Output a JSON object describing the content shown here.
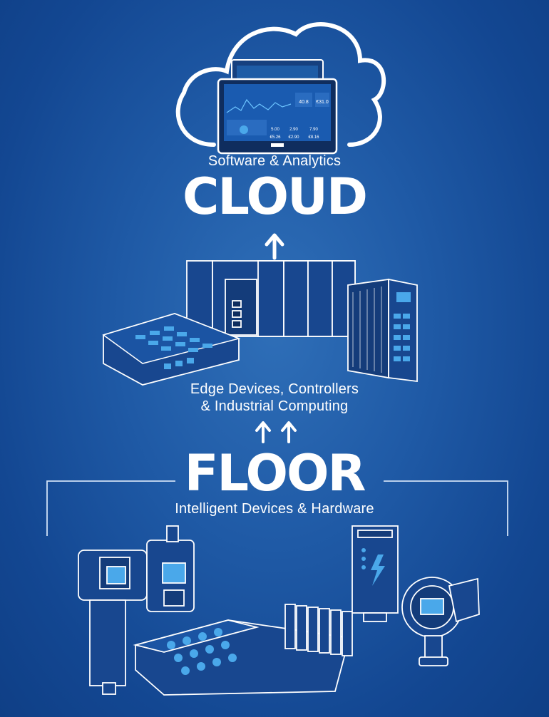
{
  "cloud": {
    "subtitle": "Software & Analytics",
    "title": "CLOUD"
  },
  "edge": {
    "line1": "Edge Devices, Controllers",
    "line2": "& Industrial Computing"
  },
  "floor": {
    "title": "FLOOR",
    "subtitle": "Intelligent Devices & Hardware"
  },
  "dashboard": {
    "readouts": [
      "40.8",
      "€31.0",
      "5.00",
      "2.90",
      "7.90",
      "€5.26",
      "€2.90",
      "€8.16"
    ]
  },
  "colors": {
    "background": "#1f5aa6",
    "device_body": "#18478f",
    "device_outline": "#ffffff",
    "screen": "#4aa8ea"
  },
  "icons": [
    "cloud-icon",
    "arrow-up-icon",
    "lightning-icon"
  ]
}
